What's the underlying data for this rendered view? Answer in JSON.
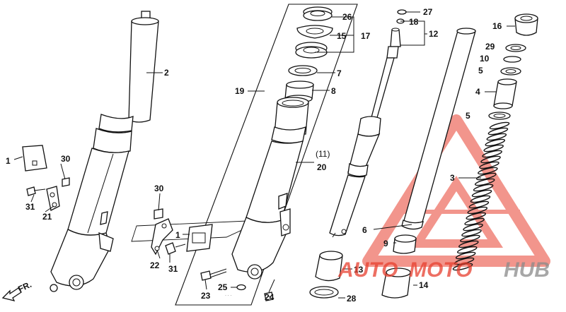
{
  "diagram": {
    "callouts": {
      "c1a": "1",
      "c1b": "1",
      "c2": "2",
      "c3": "3",
      "c4": "4",
      "c5a": "5",
      "c5b": "5",
      "c6": "6",
      "c7": "7",
      "c8": "8",
      "c9": "9",
      "c10": "10",
      "c11": "(11)",
      "c12": "12",
      "c13": "13",
      "c14": "14",
      "c15": "15",
      "c16": "16",
      "c17": "17",
      "c18": "18",
      "c19": "19",
      "c20": "20",
      "c21": "21",
      "c22": "22",
      "c23": "23",
      "c24": "24",
      "c25": "25",
      "c26": "26",
      "c27": "27",
      "c28": "28",
      "c29": "29",
      "c30a": "30",
      "c30b": "30",
      "c31a": "31",
      "c31b": "31"
    },
    "direction_label": "FR.",
    "watermark": {
      "part1": "AUTO",
      "part2": "MOTO",
      "part3": "HUB",
      "color_red": "#e8402f",
      "color_gray": "#8a8a8a"
    }
  }
}
